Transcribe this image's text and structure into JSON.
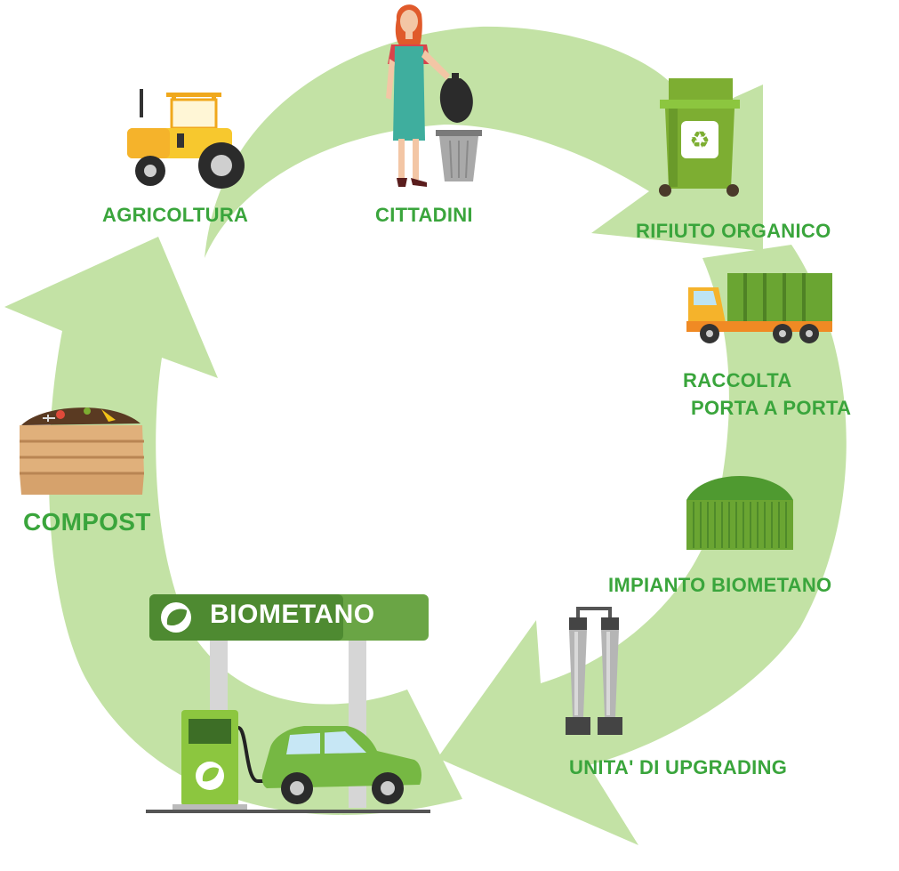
{
  "diagram": {
    "type": "cycle",
    "steps": [
      {
        "id": "cittadini",
        "label": "CITTADINI",
        "icon": "woman-with-trash-icon"
      },
      {
        "id": "rifiuto",
        "label": "RIFIUTO ORGANICO",
        "icon": "organic-waste-bin-icon"
      },
      {
        "id": "raccolta",
        "label_line1": "RACCOLTA",
        "label_line2": "PORTA A PORTA",
        "icon": "garbage-truck-icon"
      },
      {
        "id": "impianto",
        "label": "IMPIANTO BIOMETANO",
        "icon": "biogas-plant-icon"
      },
      {
        "id": "upgrading",
        "label": "UNITA' DI UPGRADING",
        "icon": "upgrading-columns-icon"
      },
      {
        "id": "stazione",
        "label": "BIOMETANO",
        "icon": "fuel-station-car-icon"
      },
      {
        "id": "compost",
        "label": "COMPOST",
        "icon": "compost-crate-icon"
      },
      {
        "id": "agricoltura",
        "label": "AGRICOLTURA",
        "icon": "tractor-icon"
      }
    ],
    "colors": {
      "arrow": "#c3e2a5",
      "label_text": "#3aa53c",
      "sign": "#6aa545",
      "sign_dark": "#4e8a31",
      "car": "#76b843",
      "pump": "#8cc63f",
      "bin": "#7dae32",
      "truck_body": "#6aa532",
      "truck_cab": "#f5b32b",
      "tractor": "#f7c82e",
      "dress": "#3fae9e",
      "hair": "#e05a2b",
      "crate": "#e0b07b"
    }
  }
}
